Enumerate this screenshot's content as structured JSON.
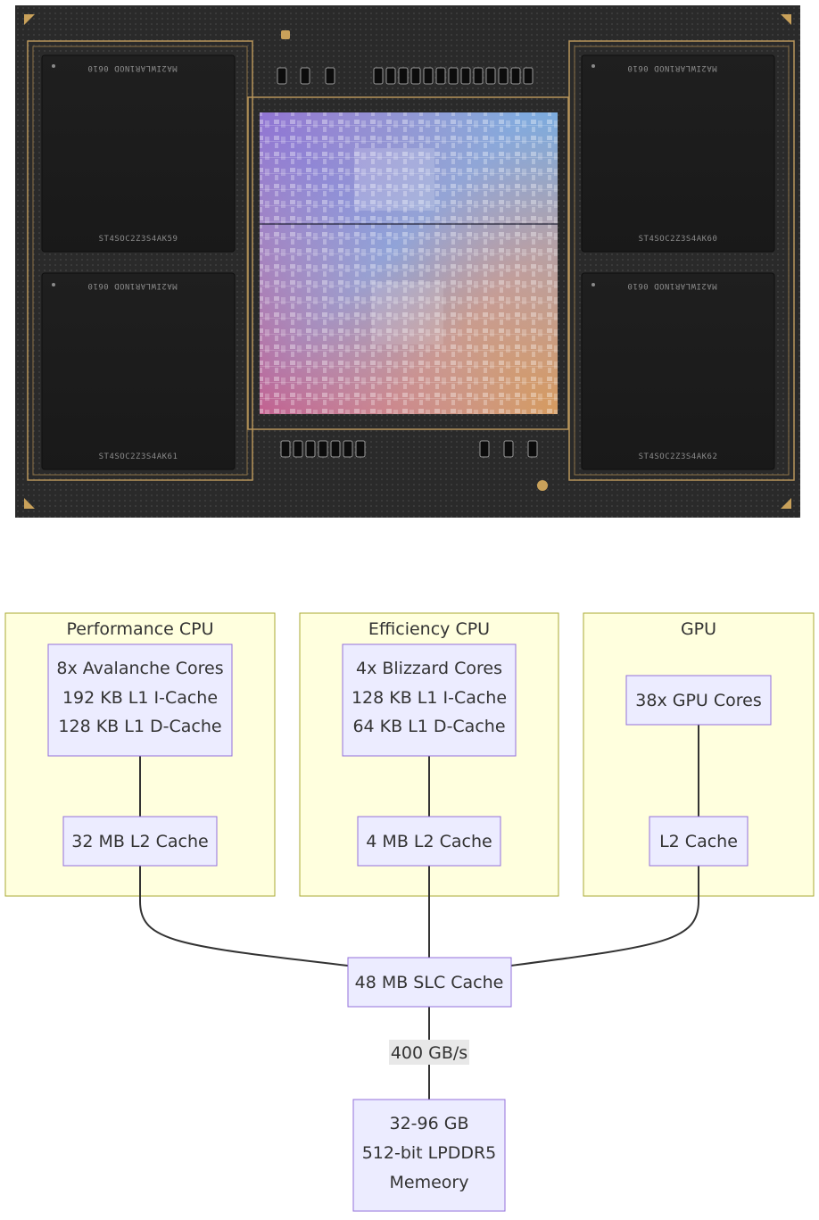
{
  "chip_photo": {
    "memory_labels_top": [
      "MA2IWLAR1NOD 0610",
      "MA2IWLAR1NOD 0610",
      "MA2IWLAR1NOD 0610",
      "MA2IWLAR1NOD 0610"
    ],
    "memory_labels_bottom": [
      "ST4SOC2Z3S4AK59",
      "ST4SOC2Z3S4AK60",
      "ST4SOC2Z3S4AK61",
      "ST4SOC2Z3S4AK62"
    ]
  },
  "diagram": {
    "subgraphs": {
      "performance": "Performance CPU",
      "efficiency": "Efficiency CPU",
      "gpu": "GPU"
    },
    "nodes": {
      "p_cores": [
        "8x Avalanche Cores",
        "192 KB L1 I-Cache",
        "128 KB L1 D-Cache"
      ],
      "p_l2": [
        "32 MB L2 Cache"
      ],
      "e_cores": [
        "4x Blizzard Cores",
        "128 KB L1 I-Cache",
        "64 KB L1 D-Cache"
      ],
      "e_l2": [
        "4 MB L2 Cache"
      ],
      "gpu_cores": [
        "38x GPU Cores"
      ],
      "gpu_l2": [
        "L2 Cache"
      ],
      "slc": [
        "48 MB SLC Cache"
      ],
      "memory": [
        "32-96 GB",
        "512-bit LPDDR5",
        "Memeory"
      ]
    },
    "edge_labels": {
      "slc_to_memory": "400 GB/s"
    }
  },
  "colors": {
    "subgraph_fill": "#ffffde",
    "subgraph_stroke": "#aaaa33",
    "node_fill": "#ececff",
    "node_stroke": "#9370db",
    "edge": "#333333",
    "edge_label_bg": "#e8e8e8",
    "chip_bg": "#2a2a2a",
    "gold": "#b8955a"
  }
}
